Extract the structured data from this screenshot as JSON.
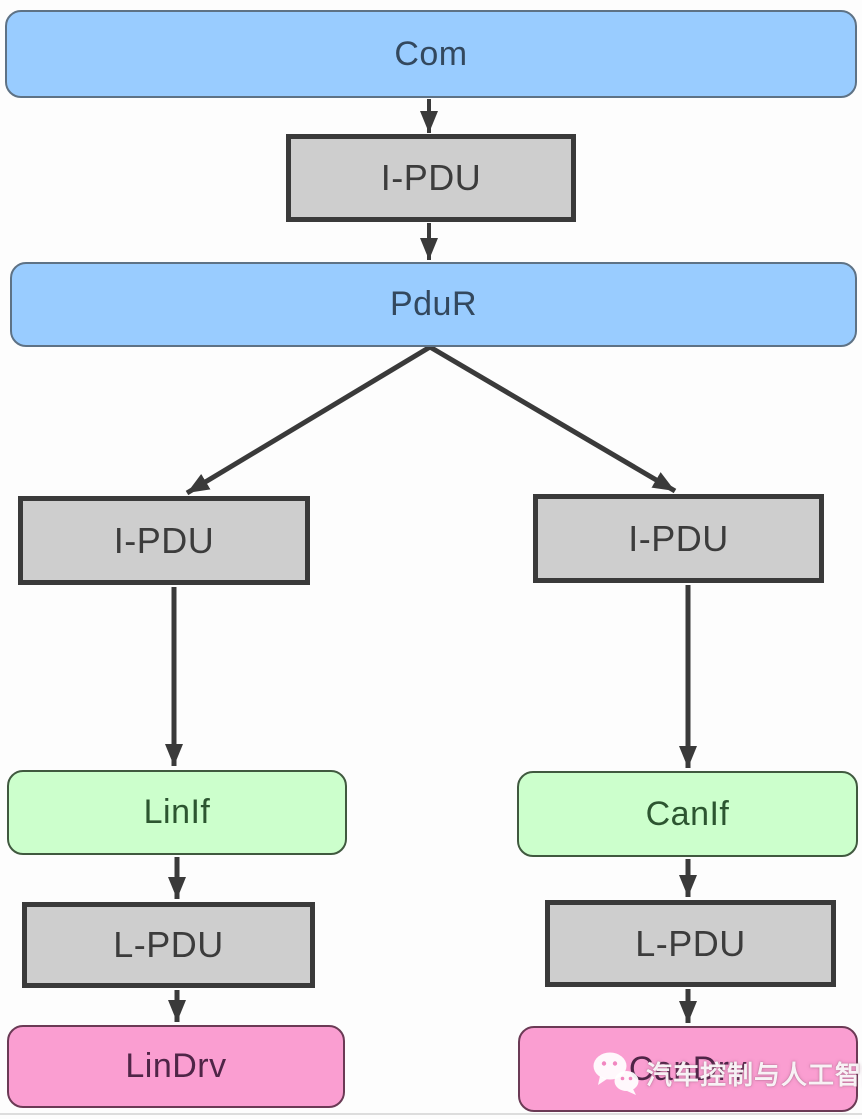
{
  "diagram": {
    "nodes": {
      "com": {
        "label": "Com"
      },
      "ipdu_top": {
        "label": "I-PDU"
      },
      "pdur": {
        "label": "PduR"
      },
      "ipdu_left": {
        "label": "I-PDU"
      },
      "ipdu_right": {
        "label": "I-PDU"
      },
      "linif": {
        "label": "LinIf"
      },
      "canif": {
        "label": "CanIf"
      },
      "lpdu_left": {
        "label": "L-PDU"
      },
      "lpdu_right": {
        "label": "L-PDU"
      },
      "lindrv": {
        "label": "LinDrv"
      },
      "candrv": {
        "label": "CanDrv"
      }
    },
    "colors": {
      "blue_fill": "#99ccff",
      "gray_fill": "#cecece",
      "green_fill": "#ccffcc",
      "pink_fill": "#fa9ed1",
      "arrow": "#3a3a3a"
    },
    "watermark": {
      "icon": "wechat-icon",
      "text": "汽车控制与人工智能"
    }
  }
}
